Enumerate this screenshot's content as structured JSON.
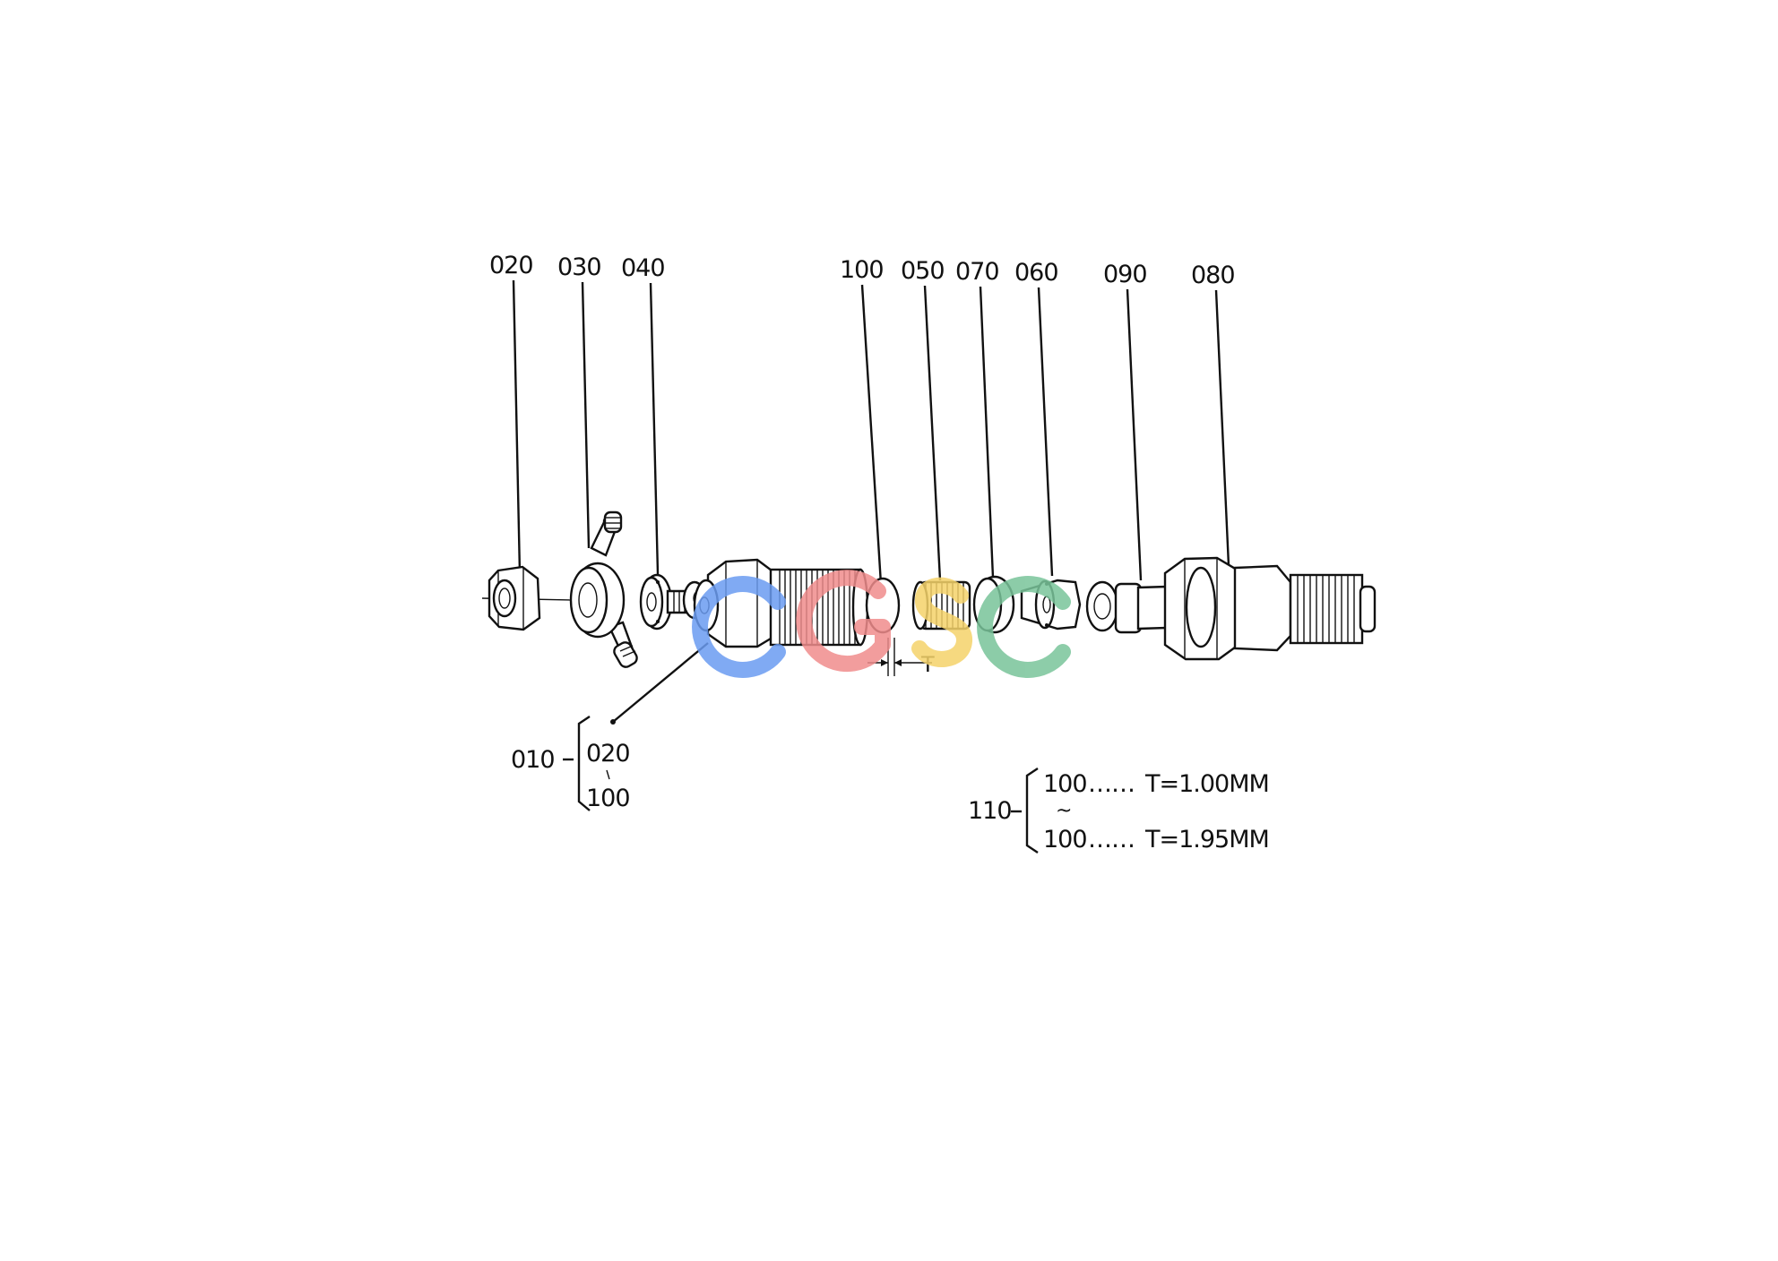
{
  "diagram": {
    "callouts": [
      {
        "id": "c020",
        "label": "020"
      },
      {
        "id": "c030",
        "label": "030"
      },
      {
        "id": "c040",
        "label": "040"
      },
      {
        "id": "c100",
        "label": "100"
      },
      {
        "id": "c050",
        "label": "050"
      },
      {
        "id": "c070",
        "label": "070"
      },
      {
        "id": "c060",
        "label": "060"
      },
      {
        "id": "c090",
        "label": "090"
      },
      {
        "id": "c080",
        "label": "080"
      }
    ],
    "assembly_010": {
      "label": "010",
      "items": [
        "020",
        "100"
      ]
    },
    "dimension_label": "T",
    "shim_table": {
      "label": "110",
      "rows": [
        {
          "part": "100",
          "dots": "……",
          "spec": "T=1.00MM"
        },
        {
          "part": "100",
          "dots": "……",
          "spec": "T=1.95MM"
        }
      ],
      "range_symbol": "~"
    },
    "watermark": {
      "text": "CGSC",
      "colors": [
        "#6b9cf2",
        "#f08c8c",
        "#f5d36a",
        "#79c49a"
      ]
    }
  }
}
